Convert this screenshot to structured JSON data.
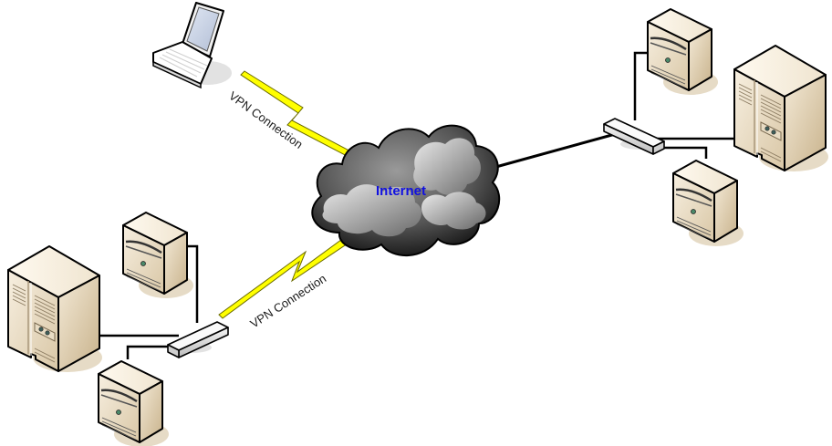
{
  "diagram": {
    "title": "VPN network diagram",
    "cloud": {
      "label": "Internet",
      "label_color": "#1010e0"
    },
    "links": [
      {
        "from": "laptop",
        "to": "internet",
        "type": "vpn",
        "label": "VPN Connection",
        "color": "#ffff00"
      },
      {
        "from": "left-switch",
        "to": "internet",
        "type": "vpn",
        "label": "VPN Connection",
        "color": "#ffff00"
      },
      {
        "from": "internet",
        "to": "right-switch",
        "type": "wired"
      }
    ],
    "sites": {
      "remote_user": {
        "devices": [
          "laptop"
        ]
      },
      "left_office": {
        "devices": [
          "rack-server",
          "tower-server",
          "tower-server",
          "switch"
        ]
      },
      "right_office": {
        "devices": [
          "tower-server",
          "rack-server",
          "tower-server",
          "switch"
        ]
      }
    },
    "icons": {
      "laptop": "laptop-icon",
      "tower": "tower-server-icon",
      "rack": "rack-server-icon",
      "switch": "network-switch-icon",
      "cloud": "internet-cloud-icon"
    }
  }
}
